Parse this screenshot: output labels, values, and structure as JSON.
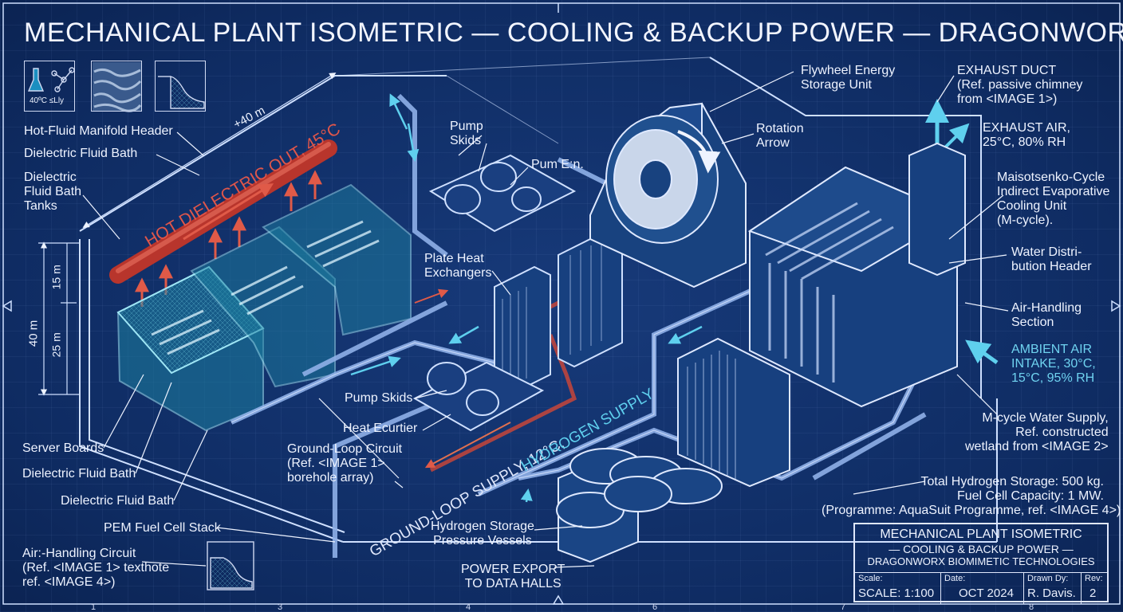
{
  "title": "MECHANICAL PLANT ISOMETRIC — COOLING & BACKUP POWER — DRAGONWORX.",
  "icons": [
    {
      "name": "chemistry-icon",
      "caption": "40ºC  ≤Lly"
    },
    {
      "name": "texture-swatch-icon",
      "caption": ""
    },
    {
      "name": "terrain-profile-icon",
      "caption": ""
    }
  ],
  "dimensions": {
    "d40_top": "+40 m",
    "d40_left": "40 m",
    "d15": "15 m",
    "d25": "25 m"
  },
  "flow_labels": {
    "hot_out": "HOT DIELECTRIC OUT, 45°C",
    "ground_loop": "GROUND-LOOP SUPPLY, 12°C,",
    "hydrogen": "HYDROGEN SUPPLY"
  },
  "callouts": {
    "hot_manifold": "Hot-Fluid Manifold Header",
    "bath_top": "Dielectric Fluid Bath",
    "bath_tanks": [
      "Dielectric",
      "Fluid Bath",
      "Tanks"
    ],
    "server_boards": "Server Boards",
    "bath_mid": "Dielectric Fluid Bath",
    "bath_low": "Dielectric Fluid Bath",
    "pem": "PEM Fuel Cell Stack",
    "air_circuit": [
      "Air:-Handling Circuit",
      "(Ref. <IMAGE 1> texthote",
      "ref. <IMAGE 4>)"
    ],
    "pump_skids_top": [
      "Pump",
      "Skids"
    ],
    "pum_en": "Pum E:n.",
    "plate_hx": [
      "Plate Heat",
      "Exchangers"
    ],
    "pump_skids_low": "Pump Skids",
    "heat_ec": "Heat Ecurtier",
    "ground_loop": [
      "Ground-Loop Circuit",
      "(Ref. <IMAGE 1>",
      "borehole array)"
    ],
    "h2_vessels": [
      "Hydrogen Storage",
      "Pressure Vessels"
    ],
    "power_export": [
      "POWER EXPORT",
      "TO DATA HALLS"
    ],
    "flywheel": [
      "Flywheel Energy",
      "Storage Unit"
    ],
    "rotation": [
      "Rotation",
      "Arrow"
    ],
    "exhaust_duct": [
      "EXHAUST DUCT",
      "(Ref. passive chimney",
      "from <IMAGE 1>)"
    ],
    "exhaust_air": [
      "EXHAUST AIR,",
      "25°C, 80% RH"
    ],
    "mcycle": [
      "Maisotsenko-Cycle",
      "Indirect Evaporative",
      "Cooling Unit",
      "(M-cycle)."
    ],
    "water_header": [
      "Water Distri-",
      "bution Header"
    ],
    "air_handling": [
      "Air-Handling",
      "Section"
    ],
    "ambient": [
      "AMBIENT AIR",
      "INTAKE, 30°C,",
      "15°C, 95% RH"
    ],
    "mcycle_water": [
      "M-cycle Water Supply,",
      "Ref. constructed",
      "wetland from <IMAGE 2>"
    ]
  },
  "notes": [
    "Total Hydrogen Storage: 500 kg.",
    "Fuel Cell Capacity: 1 MW.",
    "(Programme: AquaSuit Programme, ref. <IMAGE 4>)"
  ],
  "title_block": {
    "line1": "MECHANICAL PLANT ISOMETRIC",
    "line2": "— COOLING & BACKUP POWER —",
    "line3": "DRAGONWORX BIOMIMETIC TECHNOLOGIES",
    "scale_k": "Scale:",
    "scale_v": "SCALE: 1:100",
    "date_k": "Date:",
    "date_v": "OCT 2024",
    "drawn_k": "Drawn Dy:",
    "drawn_v": "R. Davis.",
    "rev_k": "Rev:",
    "rev_v": "2"
  },
  "ruler_marks": [
    "1",
    "3",
    "4",
    "6",
    "7",
    "8"
  ],
  "colors": {
    "background": "#0f2c63",
    "line": "#cfe0ff",
    "hot": "#d2433a",
    "cyan": "#5fd0ee",
    "pipe": "#8fb0e8"
  }
}
